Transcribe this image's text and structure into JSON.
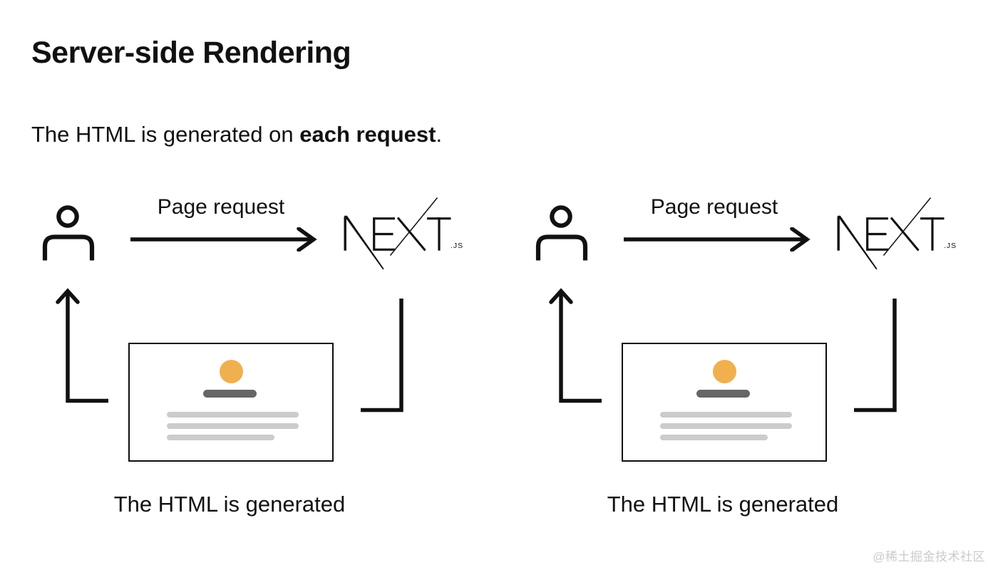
{
  "page": {
    "title": "Server-side Rendering",
    "subtitle": {
      "prefix": "The HTML is generated on ",
      "bold": "each request",
      "suffix": "."
    },
    "watermark": "@稀土掘金技术社区"
  },
  "diagrams": [
    {
      "actor": "user",
      "arrow_label": "Page request",
      "server_logo": "NEXT",
      "server_logo_suffix": ".JS",
      "caption": "The HTML is generated"
    },
    {
      "actor": "user",
      "arrow_label": "Page request",
      "server_logo": "NEXT",
      "server_logo_suffix": ".JS",
      "caption": "The HTML is generated"
    }
  ],
  "colors": {
    "ink": "#111111",
    "accent_orange": "#F0B04F",
    "dark_bar": "#666666",
    "light_line": "#CCCCCC",
    "card_border": "#0D0D0D",
    "watermark_gray": "#CBCBCB"
  }
}
